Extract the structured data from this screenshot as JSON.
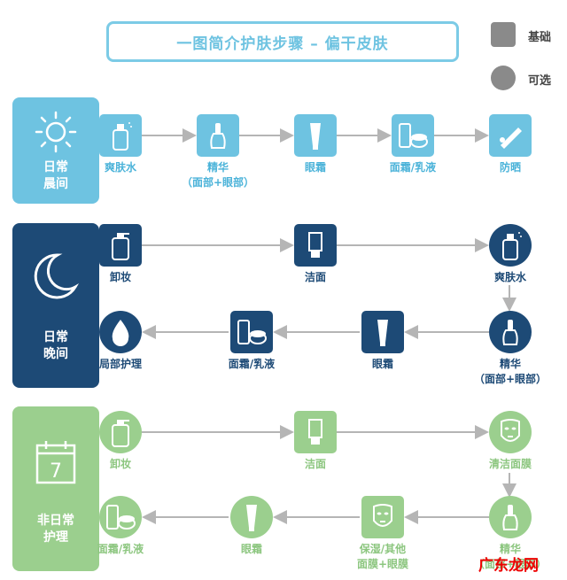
{
  "title": "一图简介护肤步骤 – 偏干皮肤",
  "legend": {
    "basic": "基础",
    "optional": "可选"
  },
  "colors": {
    "morning": "#6ec3e1",
    "evening": "#1d4a76",
    "special": "#9bcf8e",
    "legend": "#8a8a8a"
  },
  "panels": {
    "morning": {
      "line1": "日常",
      "line2": "晨间",
      "icon": "sun-icon"
    },
    "evening": {
      "line1": "日常",
      "line2": "晚间",
      "icon": "moon-icon"
    },
    "special": {
      "line1": "非日常",
      "line2": "护理",
      "icon": "calendar-icon",
      "calendar_day": "7"
    }
  },
  "morning_steps": [
    {
      "label": "爽肤水",
      "sub": ""
    },
    {
      "label": "精华",
      "sub": "（面部+眼部）"
    },
    {
      "label": "眼霜",
      "sub": ""
    },
    {
      "label": "面霜/乳液",
      "sub": ""
    },
    {
      "label": "防晒",
      "sub": ""
    }
  ],
  "evening_row1": [
    {
      "label": "卸妆"
    },
    {
      "label": "洁面"
    },
    {
      "label": "爽肤水"
    }
  ],
  "evening_row2": [
    {
      "label": "局部护理"
    },
    {
      "label": "面霜/乳液"
    },
    {
      "label": "眼霜"
    },
    {
      "label": "精华",
      "sub": "（面部+眼部）"
    }
  ],
  "special_row1": [
    {
      "label": "卸妆"
    },
    {
      "label": "洁面"
    },
    {
      "label": "清洁面膜"
    }
  ],
  "special_row2": [
    {
      "label": "面霜/乳液"
    },
    {
      "label": "眼霜"
    },
    {
      "label": "保湿/其他",
      "sub": "面膜+眼膜"
    },
    {
      "label": "精华",
      "sub": "（面部+眼部）"
    }
  ],
  "watermark": "广东龙网"
}
